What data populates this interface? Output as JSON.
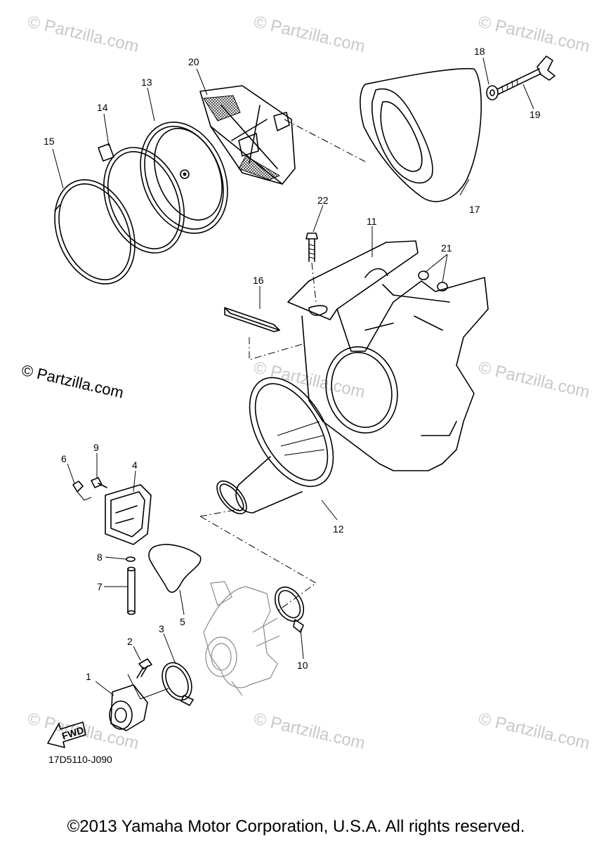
{
  "watermark_text": "© Partzilla.com",
  "partzilla_mark": "© Partzilla.com",
  "diagram_code": "17D5110-J090",
  "fwd_label": "FWD",
  "copyright": "©2013 Yamaha Motor Corporation, U.S.A. All rights reserved.",
  "callouts": {
    "c1": "1",
    "c2": "2",
    "c3": "3",
    "c4": "4",
    "c5": "5",
    "c6": "6",
    "c7": "7",
    "c8": "8",
    "c9": "9",
    "c10": "10",
    "c11": "11",
    "c12": "12",
    "c13": "13",
    "c14": "14",
    "c15": "15",
    "c16": "16",
    "c17": "17",
    "c18": "18",
    "c19": "19",
    "c20": "20",
    "c21": "21",
    "c22": "22"
  },
  "colors": {
    "line": "#000000",
    "watermark": "#c8c8c8",
    "background": "#ffffff"
  }
}
